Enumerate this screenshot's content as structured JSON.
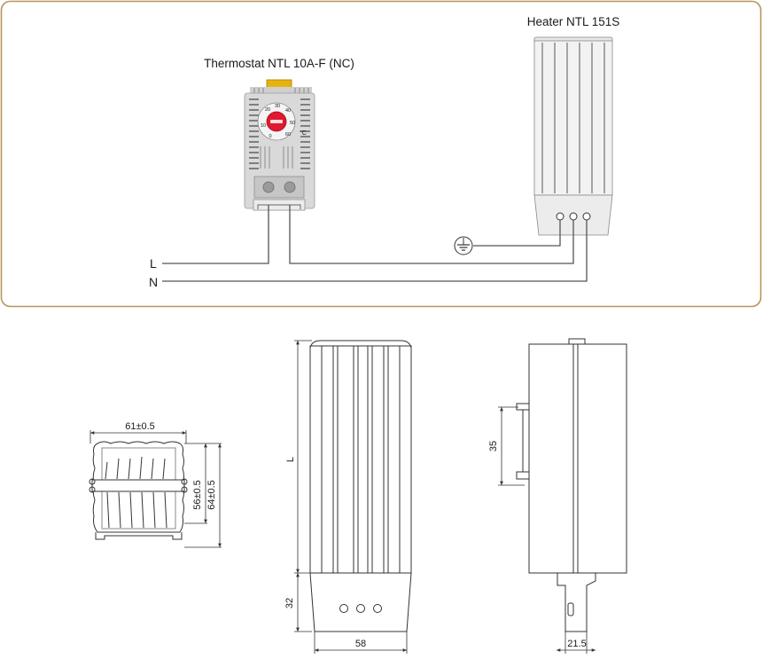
{
  "wiring": {
    "thermostat_label": "Thermostat NTL 10A-F (NC)",
    "heater_label": "Heater NTL 151S",
    "line_L": "L",
    "line_N": "N",
    "dial_scale": [
      "20",
      "30",
      "40",
      "50",
      "60",
      "0",
      "10"
    ],
    "dial_unit": "°C",
    "frame_color": "#b8955a"
  },
  "dimensions": {
    "width_inner": "61±0.5",
    "height_inner": "56±0.5",
    "height_outer": "64±0.5",
    "length": "L",
    "base_height": "32",
    "front_width": "58",
    "rail_height": "35",
    "depth": "21.5"
  }
}
